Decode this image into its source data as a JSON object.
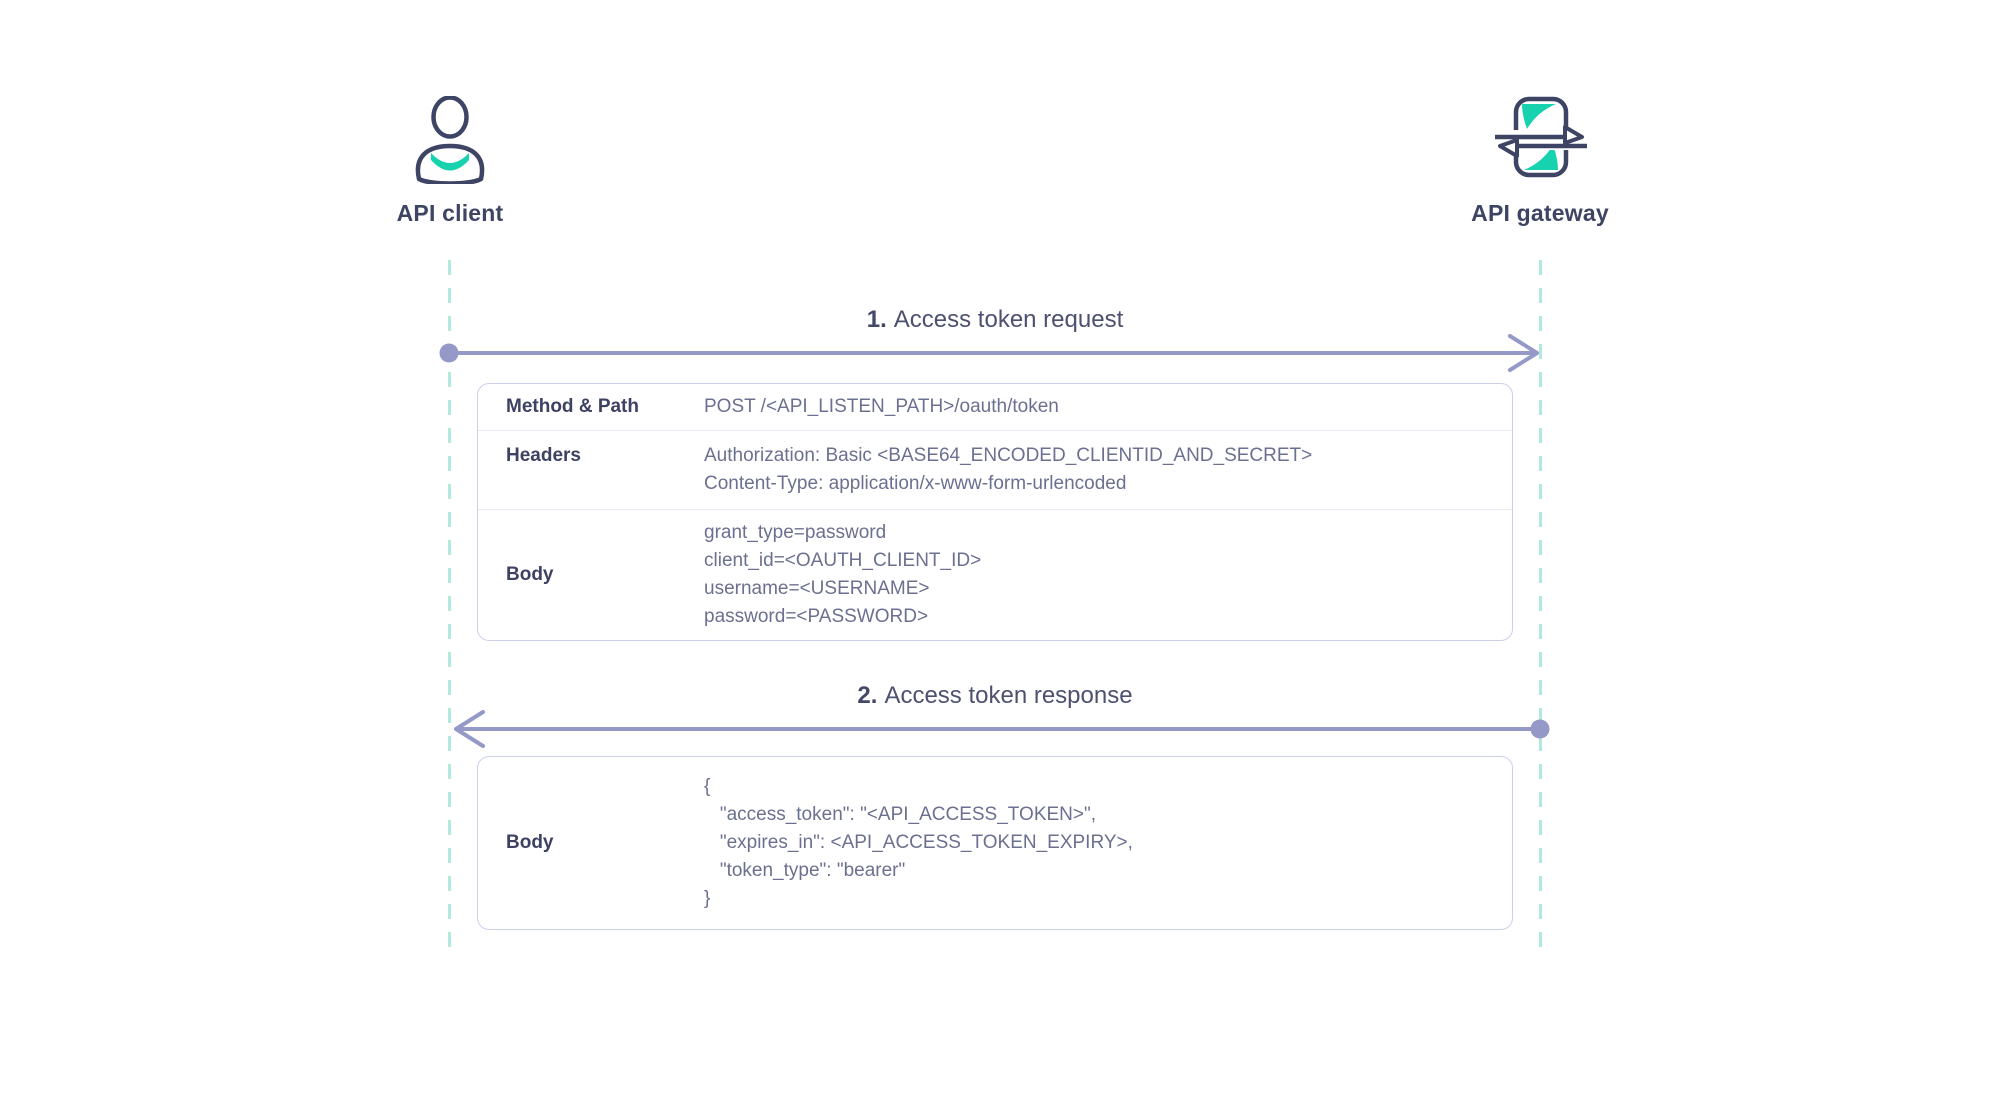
{
  "actors": [
    {
      "label": "API client",
      "icon": "user-icon"
    },
    {
      "label": "API gateway",
      "icon": "gateway-icon"
    }
  ],
  "messages": [
    {
      "number": "1.",
      "title": "Access token request",
      "direction": "client-to-gateway"
    },
    {
      "number": "2.",
      "title": "Access token response",
      "direction": "gateway-to-client"
    }
  ],
  "request_table": {
    "rows": [
      {
        "label": "Method & Path",
        "lines": [
          "POST /<API_LISTEN_PATH>/oauth/token"
        ]
      },
      {
        "label": "Headers",
        "lines": [
          "Authorization: Basic <BASE64_ENCODED_CLIENTID_AND_SECRET>",
          "Content-Type: application/x-www-form-urlencoded"
        ]
      },
      {
        "label": "Body",
        "lines": [
          "grant_type=password",
          "client_id=<OAUTH_CLIENT_ID>",
          "username=<USERNAME>",
          "password=<PASSWORD>"
        ]
      }
    ]
  },
  "response_table": {
    "rows": [
      {
        "label": "Body",
        "lines": [
          "{",
          "   \"access_token\": \"<API_ACCESS_TOKEN>\",",
          "   \"expires_in\": <API_ACCESS_TOKEN_EXPIRY>,",
          "   \"token_type\": \"bearer\"",
          "}"
        ]
      }
    ]
  },
  "colors": {
    "navy": "#3e4464",
    "teal_accent": "#16d2ae",
    "lifeline_teal": "#b2e9df",
    "arrow_purple": "#9499c8",
    "table_border": "#ccd0ea",
    "value_text": "#6b7090"
  }
}
